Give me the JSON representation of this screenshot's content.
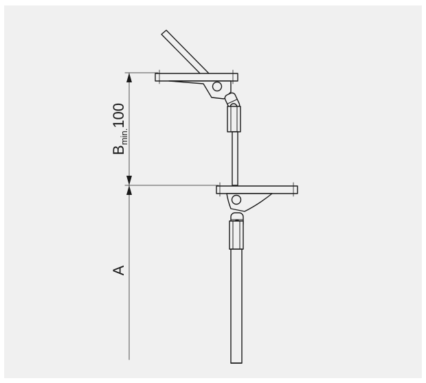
{
  "dimensions": {
    "b": {
      "symbol": "B",
      "subscript": "min.",
      "value": "100"
    },
    "a": {
      "symbol": "A"
    }
  },
  "colors": {
    "background": "#f0f0f0",
    "line": "#1a1a1a",
    "dimension_line": "#555555"
  }
}
